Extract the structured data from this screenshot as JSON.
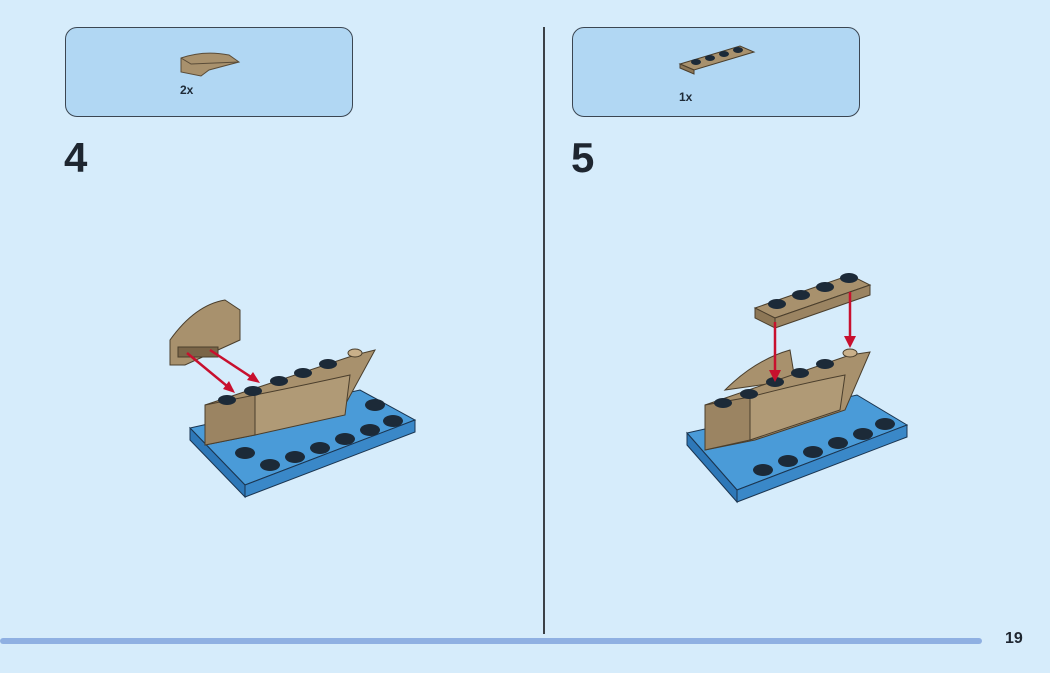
{
  "steps": [
    {
      "number": "4",
      "parts": [
        {
          "name": "tan-curved-slope-1x2",
          "quantity": "2x"
        }
      ]
    },
    {
      "number": "5",
      "parts": [
        {
          "name": "tan-plate-1x4",
          "quantity": "1x"
        }
      ]
    }
  ],
  "page_number": "19",
  "colors": {
    "background": "#d6ecfb",
    "callout": "#b1d7f3",
    "tan": "#a8916d",
    "blue": "#4a9bd8",
    "arrow": "#c8102e"
  }
}
